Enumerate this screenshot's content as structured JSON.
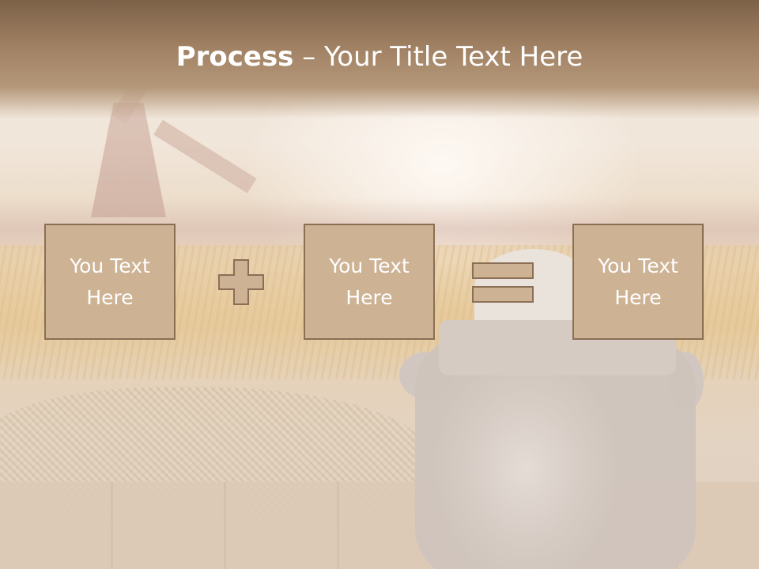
{
  "slide": {
    "title_bold": "Process",
    "title_rest": " – Your Title Text Here",
    "colors": {
      "banner": "#a18163",
      "box_fill": "#cdb294",
      "box_border": "#8a6f55",
      "text": "#ffffff"
    }
  },
  "process": {
    "boxes": [
      {
        "label": "You Text\nHere"
      },
      {
        "label": "You Text\nHere"
      },
      {
        "label": "You Text\nHere"
      }
    ],
    "operators": [
      "plus-icon",
      "equals-icon"
    ]
  }
}
